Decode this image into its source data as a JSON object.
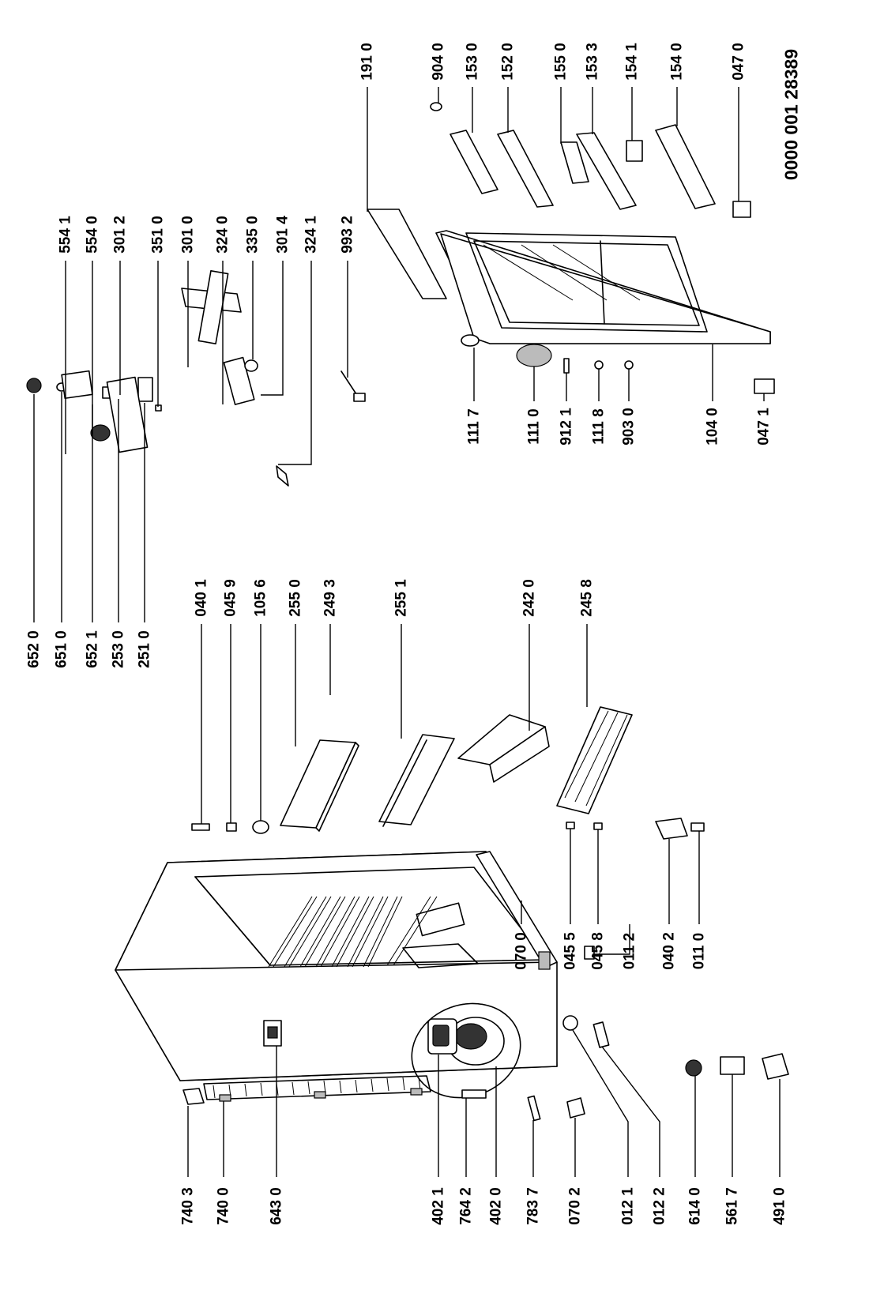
{
  "diagram": {
    "document_id": "0000 001 28389",
    "parts": [
      {
        "id": "652 0"
      },
      {
        "id": "651 0"
      },
      {
        "id": "652 1"
      },
      {
        "id": "253 0"
      },
      {
        "id": "251 0"
      },
      {
        "id": "554 1"
      },
      {
        "id": "554 0"
      },
      {
        "id": "301 2"
      },
      {
        "id": "351 0"
      },
      {
        "id": "301 0"
      },
      {
        "id": "324 0"
      },
      {
        "id": "335 0"
      },
      {
        "id": "301 4"
      },
      {
        "id": "324 1"
      },
      {
        "id": "993 2"
      },
      {
        "id": "191 0"
      },
      {
        "id": "904 0"
      },
      {
        "id": "153 0"
      },
      {
        "id": "152 0"
      },
      {
        "id": "155 0"
      },
      {
        "id": "153 3"
      },
      {
        "id": "154 1"
      },
      {
        "id": "154 0"
      },
      {
        "id": "047 0"
      },
      {
        "id": "111 7"
      },
      {
        "id": "111 0"
      },
      {
        "id": "912 1"
      },
      {
        "id": "111 8"
      },
      {
        "id": "903 0"
      },
      {
        "id": "104 0"
      },
      {
        "id": "047 1"
      },
      {
        "id": "040 1"
      },
      {
        "id": "045 9"
      },
      {
        "id": "105 6"
      },
      {
        "id": "255 0"
      },
      {
        "id": "249 3"
      },
      {
        "id": "255 1"
      },
      {
        "id": "242 0"
      },
      {
        "id": "245 8"
      },
      {
        "id": "070 0"
      },
      {
        "id": "045 5"
      },
      {
        "id": "045 8"
      },
      {
        "id": "011 2"
      },
      {
        "id": "040 2"
      },
      {
        "id": "011 0"
      },
      {
        "id": "740 3"
      },
      {
        "id": "740 0"
      },
      {
        "id": "643 0"
      },
      {
        "id": "402 1"
      },
      {
        "id": "764 2"
      },
      {
        "id": "402 0"
      },
      {
        "id": "783 7"
      },
      {
        "id": "070 2"
      },
      {
        "id": "012 1"
      },
      {
        "id": "012 2"
      },
      {
        "id": "614 0"
      },
      {
        "id": "561 7"
      },
      {
        "id": "491 0"
      }
    ]
  }
}
